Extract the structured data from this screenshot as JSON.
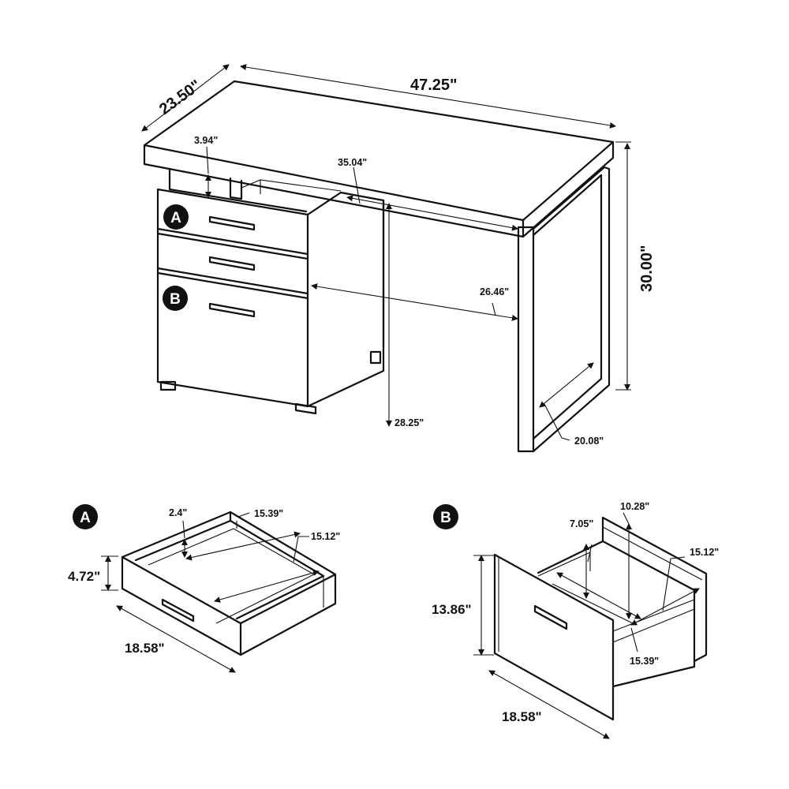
{
  "desk": {
    "width": "47.25\"",
    "depth": "23.50\"",
    "height": "30.00\"",
    "shelf_gap": "3.94\"",
    "inner_width": "35.04\"",
    "knee_depth": "26.46\"",
    "knee_height": "28.25\"",
    "leg_depth": "20.08\""
  },
  "badges": {
    "a": "A",
    "b": "B"
  },
  "drawer_a": {
    "badge": "A",
    "inner_height": "2.4\"",
    "inner_depth": "15.39\"",
    "inner_width": "15.12\"",
    "front_height": "4.72\"",
    "front_width": "18.58\""
  },
  "drawer_b": {
    "badge": "B",
    "inner_height": "7.05\"",
    "inner_depth_top": "10.28\"",
    "inner_width": "15.12\"",
    "front_height": "13.86\"",
    "inner_depth": "15.39\"",
    "front_width": "18.58\""
  }
}
